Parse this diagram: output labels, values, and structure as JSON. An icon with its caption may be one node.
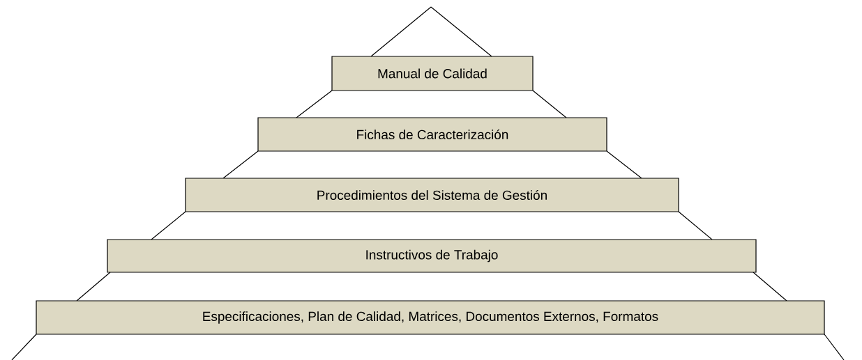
{
  "diagram": {
    "nodes": [
      {
        "text": [
          "Manual de Calidad"
        ]
      },
      {
        "text": [
          "Fichas de Caracterización"
        ]
      },
      {
        "text": [
          "Procedimientos del Sistema de Gestión"
        ]
      },
      {
        "text": [
          "Instructivos de Trabajo"
        ]
      },
      {
        "text": [
          "Especificaciones, Plan de Calidad,  Matrices, Documentos Externos, Formatos"
        ]
      }
    ]
  }
}
